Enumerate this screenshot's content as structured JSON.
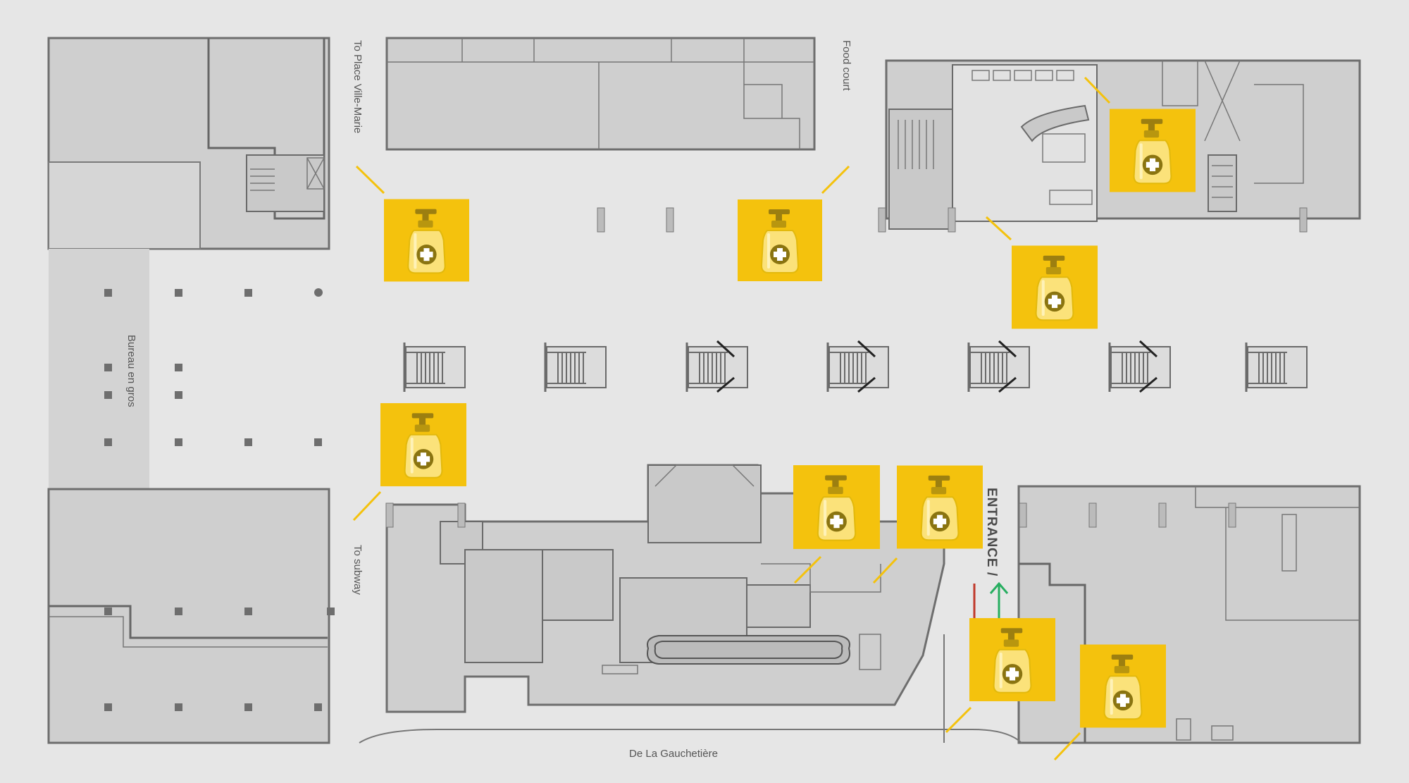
{
  "map": {
    "labels": {
      "to_place_ville_marie": "To Place Ville-Marie",
      "food_court": "Food court",
      "bureau_en_gros": "Bureau en gros",
      "to_subway": "To subway",
      "entrance": "ENTRANCE /",
      "street": "De La Gauchetière"
    },
    "marker": {
      "icon": "hand-sanitizer-icon",
      "count": 9,
      "color": "#f4c20d"
    },
    "colors": {
      "background": "#e6e6e6",
      "building": "#cfcfcf",
      "marker": "#f4c20d",
      "exit_arrow": "#c0392b",
      "entry_arrow": "#27ae60"
    }
  }
}
